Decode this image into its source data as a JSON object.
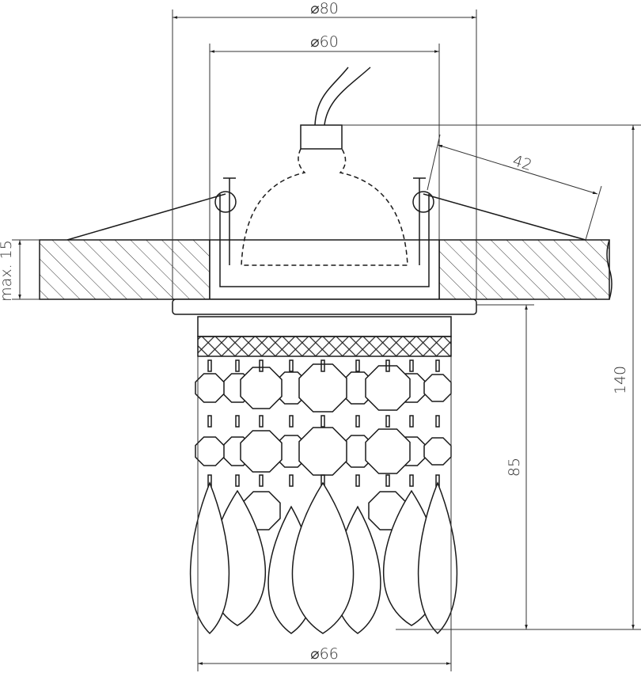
{
  "drawing": {
    "dimensions": {
      "outer_diameter": "⌀80",
      "inner_diameter": "⌀60",
      "spring_length": "42",
      "max_ceiling_thickness": "max. 15",
      "total_height": "140",
      "visible_height": "85",
      "pendant_diameter": "⌀66"
    },
    "line_color": "#1a1a1a",
    "dim_color": "#333333"
  }
}
